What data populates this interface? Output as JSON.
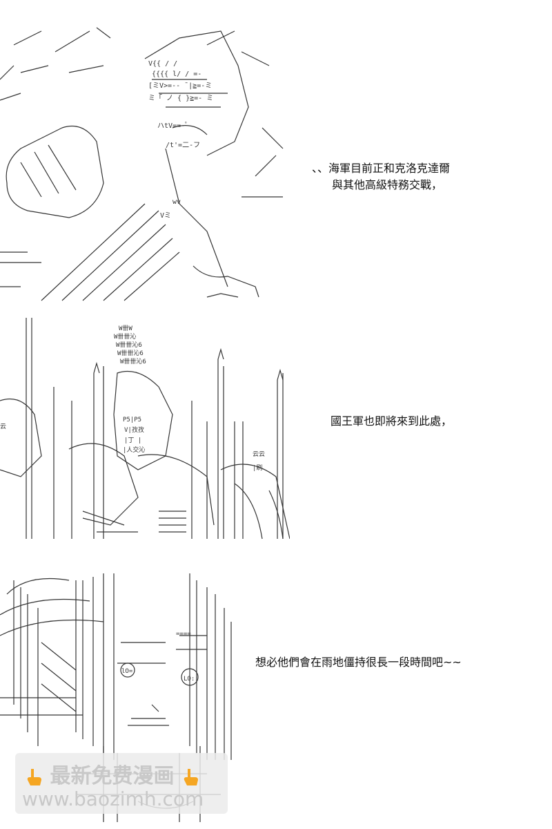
{
  "panels": [
    {
      "caption_lines": [
        "、、海軍目前正和克洛克達爾",
        "與其他高級特務交戰，"
      ]
    },
    {
      "caption_lines": [
        "國王軍也即將來到此處，"
      ]
    },
    {
      "caption_lines": [
        "想必他們會在雨地僵持很長一段時間吧~~"
      ]
    }
  ],
  "watermark": {
    "line1": "最新免费漫画",
    "line2": "www.baozimh.com",
    "icon": "pointing-hand-icon"
  },
  "colors": {
    "ink": "#111111",
    "art_ink": "#333333",
    "watermark_bg": "#ebebeb",
    "watermark_text": "#c8c8c8",
    "hand_icon": "#f5a623"
  }
}
